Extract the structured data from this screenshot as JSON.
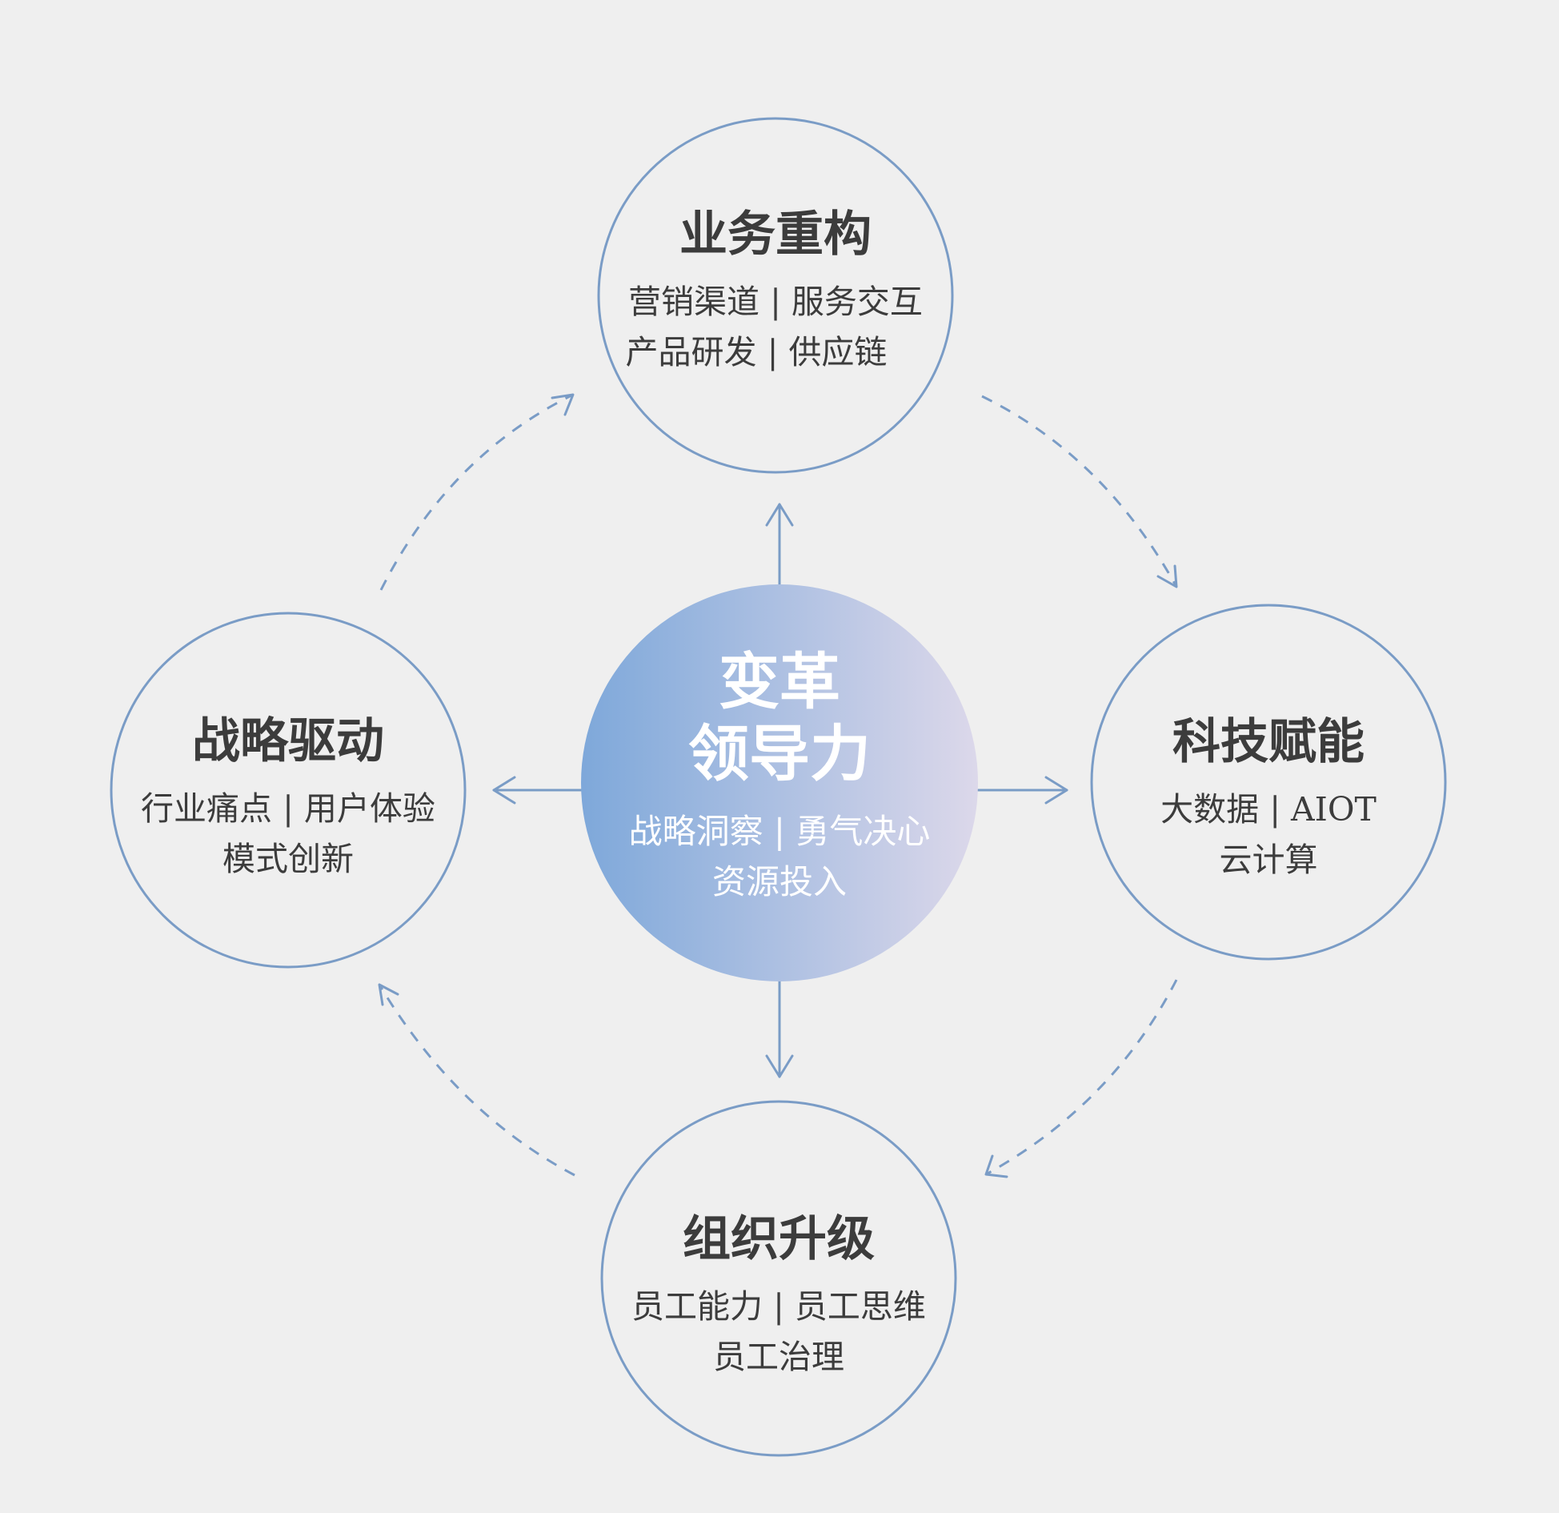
{
  "colors": {
    "background": "#efefef",
    "circle_stroke": "#7a9cc6",
    "connector": "#7a9cc6",
    "text": "#3c3c3c",
    "center_gradient_start": "#7ea8da",
    "center_gradient_end": "#dcd8ea",
    "center_text": "#ffffff"
  },
  "center": {
    "title_lines": [
      "变革",
      "领导力"
    ],
    "lines": [
      "战略洞察 | 勇气决心",
      "资源投入"
    ]
  },
  "nodes": {
    "top": {
      "title": "业务重构",
      "lines": [
        "营销渠道 | 服务交互",
        "产品研发 | 供应链"
      ]
    },
    "right": {
      "title": "科技赋能",
      "lines": [
        "大数据 | AIOT",
        "云计算"
      ]
    },
    "bottom": {
      "title": "组织升级",
      "lines": [
        "员工能力 | 员工思维",
        "员工治理"
      ]
    },
    "left": {
      "title": "战略驱动",
      "lines": [
        "行业痛点 | 用户体验",
        "模式创新"
      ]
    }
  }
}
